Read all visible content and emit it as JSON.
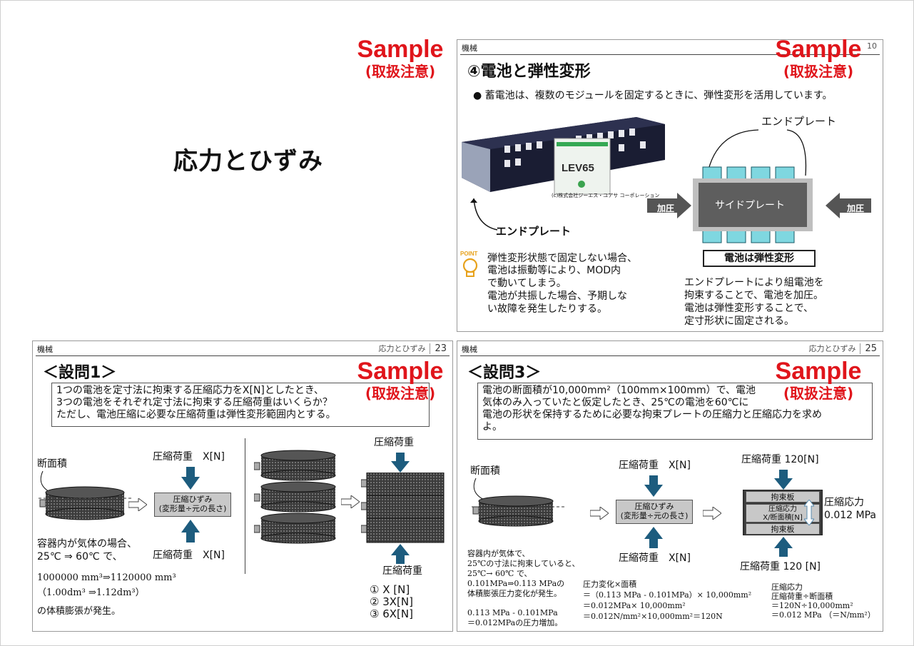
{
  "watermark": {
    "line1": "Sample",
    "line2": "(取扱注意)"
  },
  "main_title": "応力とひずみ",
  "slide_top": {
    "category": "機械",
    "page": "10",
    "heading": "④電池と弾性変形",
    "bullet": "蓄電池は、複数のモジュールを固定するときに、弾性変形を活用しています。",
    "battery_label": "LEV65",
    "photo_caption": "(c)株式会社ジーエス・ユアサ コーポレーション",
    "endplate_left": "エンドプレート",
    "endplate_top": "エンドプレート",
    "side_plate": "サイドプレート",
    "press_left": "加圧",
    "press_right": "加圧",
    "elastic_label": "電池は弾性変形",
    "point_label": "POINT",
    "point_text": [
      "弾性変形状態で固定しない場合、",
      "電池は振動等により、MOD内",
      "で動いてしまう。",
      "電池が共振した場合、予期しな",
      "い故障を発生したりする。"
    ],
    "right_text": [
      "エンドプレートにより組電池を",
      "拘束することで、電池を加圧。",
      "電池は弾性変形することで、",
      "定寸形状に固定される。"
    ]
  },
  "slide_q1": {
    "category": "機械",
    "subtitle": "応力とひずみ",
    "page": "23",
    "heading": "＜設問1＞",
    "question": [
      "1つの電池を定寸法に拘束する圧縮応力をX[N]としたとき、",
      "3つの電池をそれぞれ定寸法に拘束する圧縮荷重はいくらか？",
      "ただし、電池圧縮に必要な圧縮荷重は弾性変形範囲内とする。"
    ],
    "area_label": "断面積",
    "load_top": "圧縮荷重　X[N]",
    "load_bottom": "圧縮荷重　X[N]",
    "strain_box": [
      "圧縮ひずみ",
      "(変形量÷元の長さ)"
    ],
    "gas_text": [
      "容器内が気体の場合、",
      "25℃ ⇒ 60℃ で、"
    ],
    "volume_text": [
      "1000000 mm³⇒1120000 mm³",
      "（1.00dm³ ⇒1.12dm³）",
      "の体積膨張が発生。"
    ],
    "right_load_top": "圧縮荷重",
    "right_load_bottom": "圧縮荷重",
    "choices": [
      "① X  [N]",
      "② 3X[N]",
      "③ 6X[N]"
    ]
  },
  "slide_q3": {
    "category": "機械",
    "subtitle": "応力とひずみ",
    "page": "25",
    "heading": "＜設問3＞",
    "question": [
      "電池の断面積が10,000mm²（100mm×100mm）で、電池",
      "気体のみ入っていたと仮定したとき、25℃の電池を60℃に",
      "電池の形状を保持するために必要な拘束プレートの圧縮力と圧縮応力を求め",
      "よ。"
    ],
    "area_label": "断面積",
    "load_top": "圧縮荷重　X[N]",
    "load_bottom": "圧縮荷重　X[N]",
    "strain_box": [
      "圧縮ひずみ",
      "(変形量÷元の長さ)"
    ],
    "right_load_top": "圧縮荷重 120[N]",
    "right_load_bottom": "圧縮荷重 120 [N]",
    "restraint_top": "拘束板",
    "restraint_bottom": "拘束板",
    "stress_box": [
      "圧縮応力",
      "X/断面積[N]"
    ],
    "stress_label": [
      "圧縮応力",
      "0.012 MPa"
    ],
    "gas_text": [
      "容器内が気体で、",
      "25℃の寸法に拘束していると、",
      "25℃→ 60℃ で、",
      "0.101MPa⇒0.113 MPaの",
      "体積膨張圧力変化が発生。"
    ],
    "diff_text": [
      "0.113 MPa - 0.101MPa",
      "＝0.012MPaの圧力増加。"
    ],
    "calc_text": [
      "圧力変化×面積",
      "＝（0.113 MPa - 0.101MPa）× 10,000mm²",
      "＝0.012MPa× 10,000mm²",
      "＝0.012N/mm²×10,000mm²＝120N"
    ],
    "stress_text": [
      "圧縮応力",
      "圧縮荷重÷断面積",
      "＝120N÷10,000mm²",
      "＝0.012 MPa （＝N/mm²）"
    ]
  }
}
